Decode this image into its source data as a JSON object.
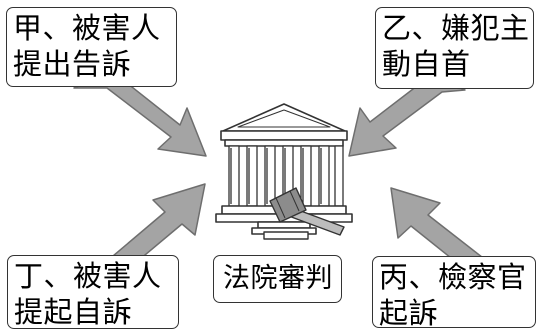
{
  "boxes": {
    "a": {
      "line1": "甲、被害人",
      "line2": "提出告訴"
    },
    "b": {
      "line1": "乙、嫌犯主",
      "line2": "動自首"
    },
    "c": {
      "line1": "丙、檢察官",
      "line2": "起訴"
    },
    "d": {
      "line1": "丁、被害人",
      "line2": "提起自訴"
    },
    "court": {
      "label": "法院審判"
    }
  },
  "colors": {
    "arrow_fill": "#a4a4a4",
    "arrow_stroke": "#6e6e6e",
    "box_border": "#333333",
    "building_stroke": "#333333",
    "gavel_fill": "#8c8c8c"
  },
  "icons": [
    "arrow-icon",
    "courthouse-icon",
    "gavel-icon"
  ]
}
